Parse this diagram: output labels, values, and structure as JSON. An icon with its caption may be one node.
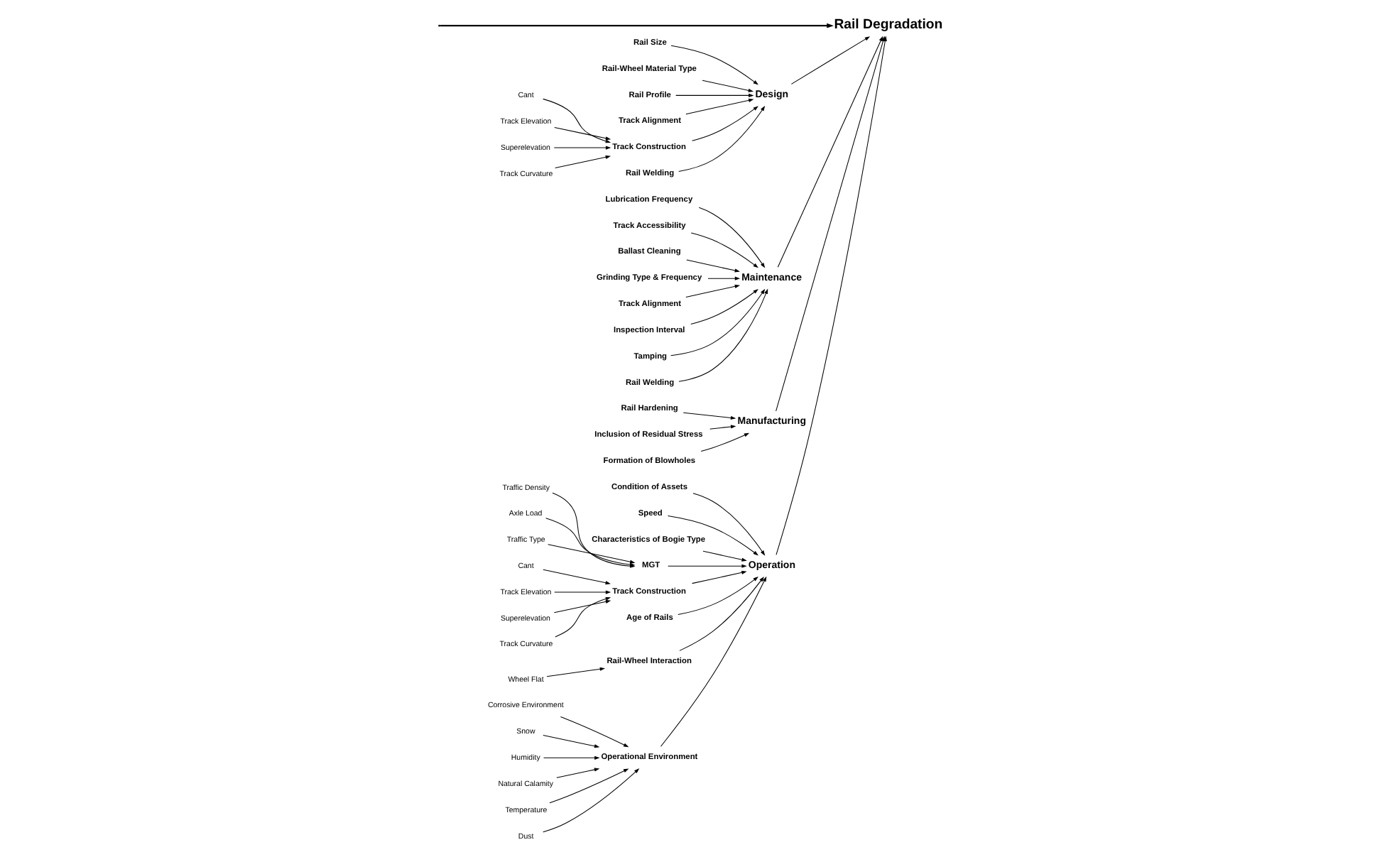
{
  "diagram": {
    "nodes": [
      {
        "text": [
          "Rail Degradation"
        ]
      },
      {
        "text": [
          "Design"
        ]
      },
      {
        "text": [
          "Rail Size"
        ]
      },
      {
        "text": [
          "Rail-Wheel Material Type"
        ]
      },
      {
        "text": [
          "Rail Profile"
        ]
      },
      {
        "text": [
          "Track Alignment"
        ]
      },
      {
        "text": [
          "Track Construction"
        ]
      },
      {
        "text": [
          "Cant"
        ]
      },
      {
        "text": [
          "Track Elevation"
        ]
      },
      {
        "text": [
          "Superelevation"
        ]
      },
      {
        "text": [
          "Track Curvature"
        ]
      },
      {
        "text": [
          "Rail Welding"
        ]
      },
      {
        "text": [
          "Maintenance"
        ]
      },
      {
        "text": [
          "Lubrication Frequency"
        ]
      },
      {
        "text": [
          "Track Accessibility"
        ]
      },
      {
        "text": [
          "Ballast Cleaning"
        ]
      },
      {
        "text": [
          "Grinding Type & Frequency"
        ]
      },
      {
        "text": [
          "Track Alignment"
        ]
      },
      {
        "text": [
          "Inspection Interval"
        ]
      },
      {
        "text": [
          "Tamping"
        ]
      },
      {
        "text": [
          "Rail Welding"
        ]
      },
      {
        "text": [
          "Manufacturing"
        ]
      },
      {
        "text": [
          "Rail Hardening"
        ]
      },
      {
        "text": [
          "Inclusion of Residual Stress"
        ]
      },
      {
        "text": [
          "Formation of Blowholes"
        ]
      },
      {
        "text": [
          "Operation"
        ]
      },
      {
        "text": [
          "Condition of Assets"
        ]
      },
      {
        "text": [
          "Speed"
        ]
      },
      {
        "text": [
          "Characteristics of Bogie Type"
        ]
      },
      {
        "text": [
          "MGT"
        ]
      },
      {
        "text": [
          "Traffic Density"
        ]
      },
      {
        "text": [
          "Axle Load"
        ]
      },
      {
        "text": [
          "Traffic Type"
        ]
      },
      {
        "text": [
          "Track Construction"
        ]
      },
      {
        "text": [
          "Cant"
        ]
      },
      {
        "text": [
          "Track Elevation"
        ]
      },
      {
        "text": [
          "Superelevation"
        ]
      },
      {
        "text": [
          "Track Curvature"
        ]
      },
      {
        "text": [
          "Age of Rails"
        ]
      },
      {
        "text": [
          "Rail-Wheel Interaction"
        ]
      },
      {
        "text": [
          "Wheel Flat"
        ]
      },
      {
        "text": [
          "Operational Environment"
        ]
      },
      {
        "text": [
          "Corrosive Environment"
        ]
      },
      {
        "text": [
          "Snow"
        ]
      },
      {
        "text": [
          "Humidity"
        ]
      },
      {
        "text": [
          "Natural Calamity"
        ]
      },
      {
        "text": [
          "Temperature"
        ]
      },
      {
        "text": [
          "Dust"
        ]
      }
    ],
    "edges": [
      {
        "from": null,
        "to": 0,
        "arrow": "to"
      },
      {
        "from": 1,
        "to": 0,
        "arrow": "to"
      },
      {
        "from": 2,
        "to": 1,
        "arrow": "to"
      },
      {
        "from": 3,
        "to": 1,
        "arrow": "to"
      },
      {
        "from": 4,
        "to": 1,
        "arrow": "to"
      },
      {
        "from": 5,
        "to": 1,
        "arrow": "to"
      },
      {
        "from": 6,
        "to": 1,
        "arrow": "to"
      },
      {
        "from": 7,
        "to": 6,
        "arrow": "to"
      },
      {
        "from": 8,
        "to": 6,
        "arrow": "to"
      },
      {
        "from": 9,
        "to": 6,
        "arrow": "to"
      },
      {
        "from": 10,
        "to": 6,
        "arrow": "to"
      },
      {
        "from": 11,
        "to": 1,
        "arrow": "to"
      },
      {
        "from": 12,
        "to": 0,
        "arrow": "to"
      },
      {
        "from": 13,
        "to": 12,
        "arrow": "to"
      },
      {
        "from": 14,
        "to": 12,
        "arrow": "to"
      },
      {
        "from": 15,
        "to": 12,
        "arrow": "to"
      },
      {
        "from": 16,
        "to": 12,
        "arrow": "to"
      },
      {
        "from": 17,
        "to": 12,
        "arrow": "to"
      },
      {
        "from": 18,
        "to": 12,
        "arrow": "to"
      },
      {
        "from": 19,
        "to": 12,
        "arrow": "to"
      },
      {
        "from": 20,
        "to": 12,
        "arrow": "to"
      },
      {
        "from": 21,
        "to": 0,
        "arrow": "to"
      },
      {
        "from": 22,
        "to": 21,
        "arrow": "to"
      },
      {
        "from": 23,
        "to": 21,
        "arrow": "to"
      },
      {
        "from": 24,
        "to": 21,
        "arrow": "to"
      },
      {
        "from": 25,
        "to": 0,
        "arrow": "to"
      },
      {
        "from": 26,
        "to": 25,
        "arrow": "to"
      },
      {
        "from": 27,
        "to": 25,
        "arrow": "to"
      },
      {
        "from": 28,
        "to": 25,
        "arrow": "to"
      },
      {
        "from": 29,
        "to": 25,
        "arrow": "to"
      },
      {
        "from": 30,
        "to": 29,
        "arrow": "to"
      },
      {
        "from": 31,
        "to": 29,
        "arrow": "to"
      },
      {
        "from": 32,
        "to": 29,
        "arrow": "to"
      },
      {
        "from": 33,
        "to": 25,
        "arrow": "to"
      },
      {
        "from": 34,
        "to": 33,
        "arrow": "to"
      },
      {
        "from": 35,
        "to": 33,
        "arrow": "to"
      },
      {
        "from": 36,
        "to": 33,
        "arrow": "to"
      },
      {
        "from": 37,
        "to": 33,
        "arrow": "to"
      },
      {
        "from": 38,
        "to": 25,
        "arrow": "to"
      },
      {
        "from": 39,
        "to": 25,
        "arrow": "to"
      },
      {
        "from": 40,
        "to": 39,
        "arrow": "to"
      },
      {
        "from": 41,
        "to": 25,
        "arrow": "to"
      },
      {
        "from": 42,
        "to": 41,
        "arrow": "to"
      },
      {
        "from": 43,
        "to": 41,
        "arrow": "to"
      },
      {
        "from": 44,
        "to": 41,
        "arrow": "to"
      },
      {
        "from": 45,
        "to": 41,
        "arrow": "to"
      },
      {
        "from": 46,
        "to": 41,
        "arrow": "to"
      },
      {
        "from": 47,
        "to": 41,
        "arrow": "to"
      }
    ]
  }
}
